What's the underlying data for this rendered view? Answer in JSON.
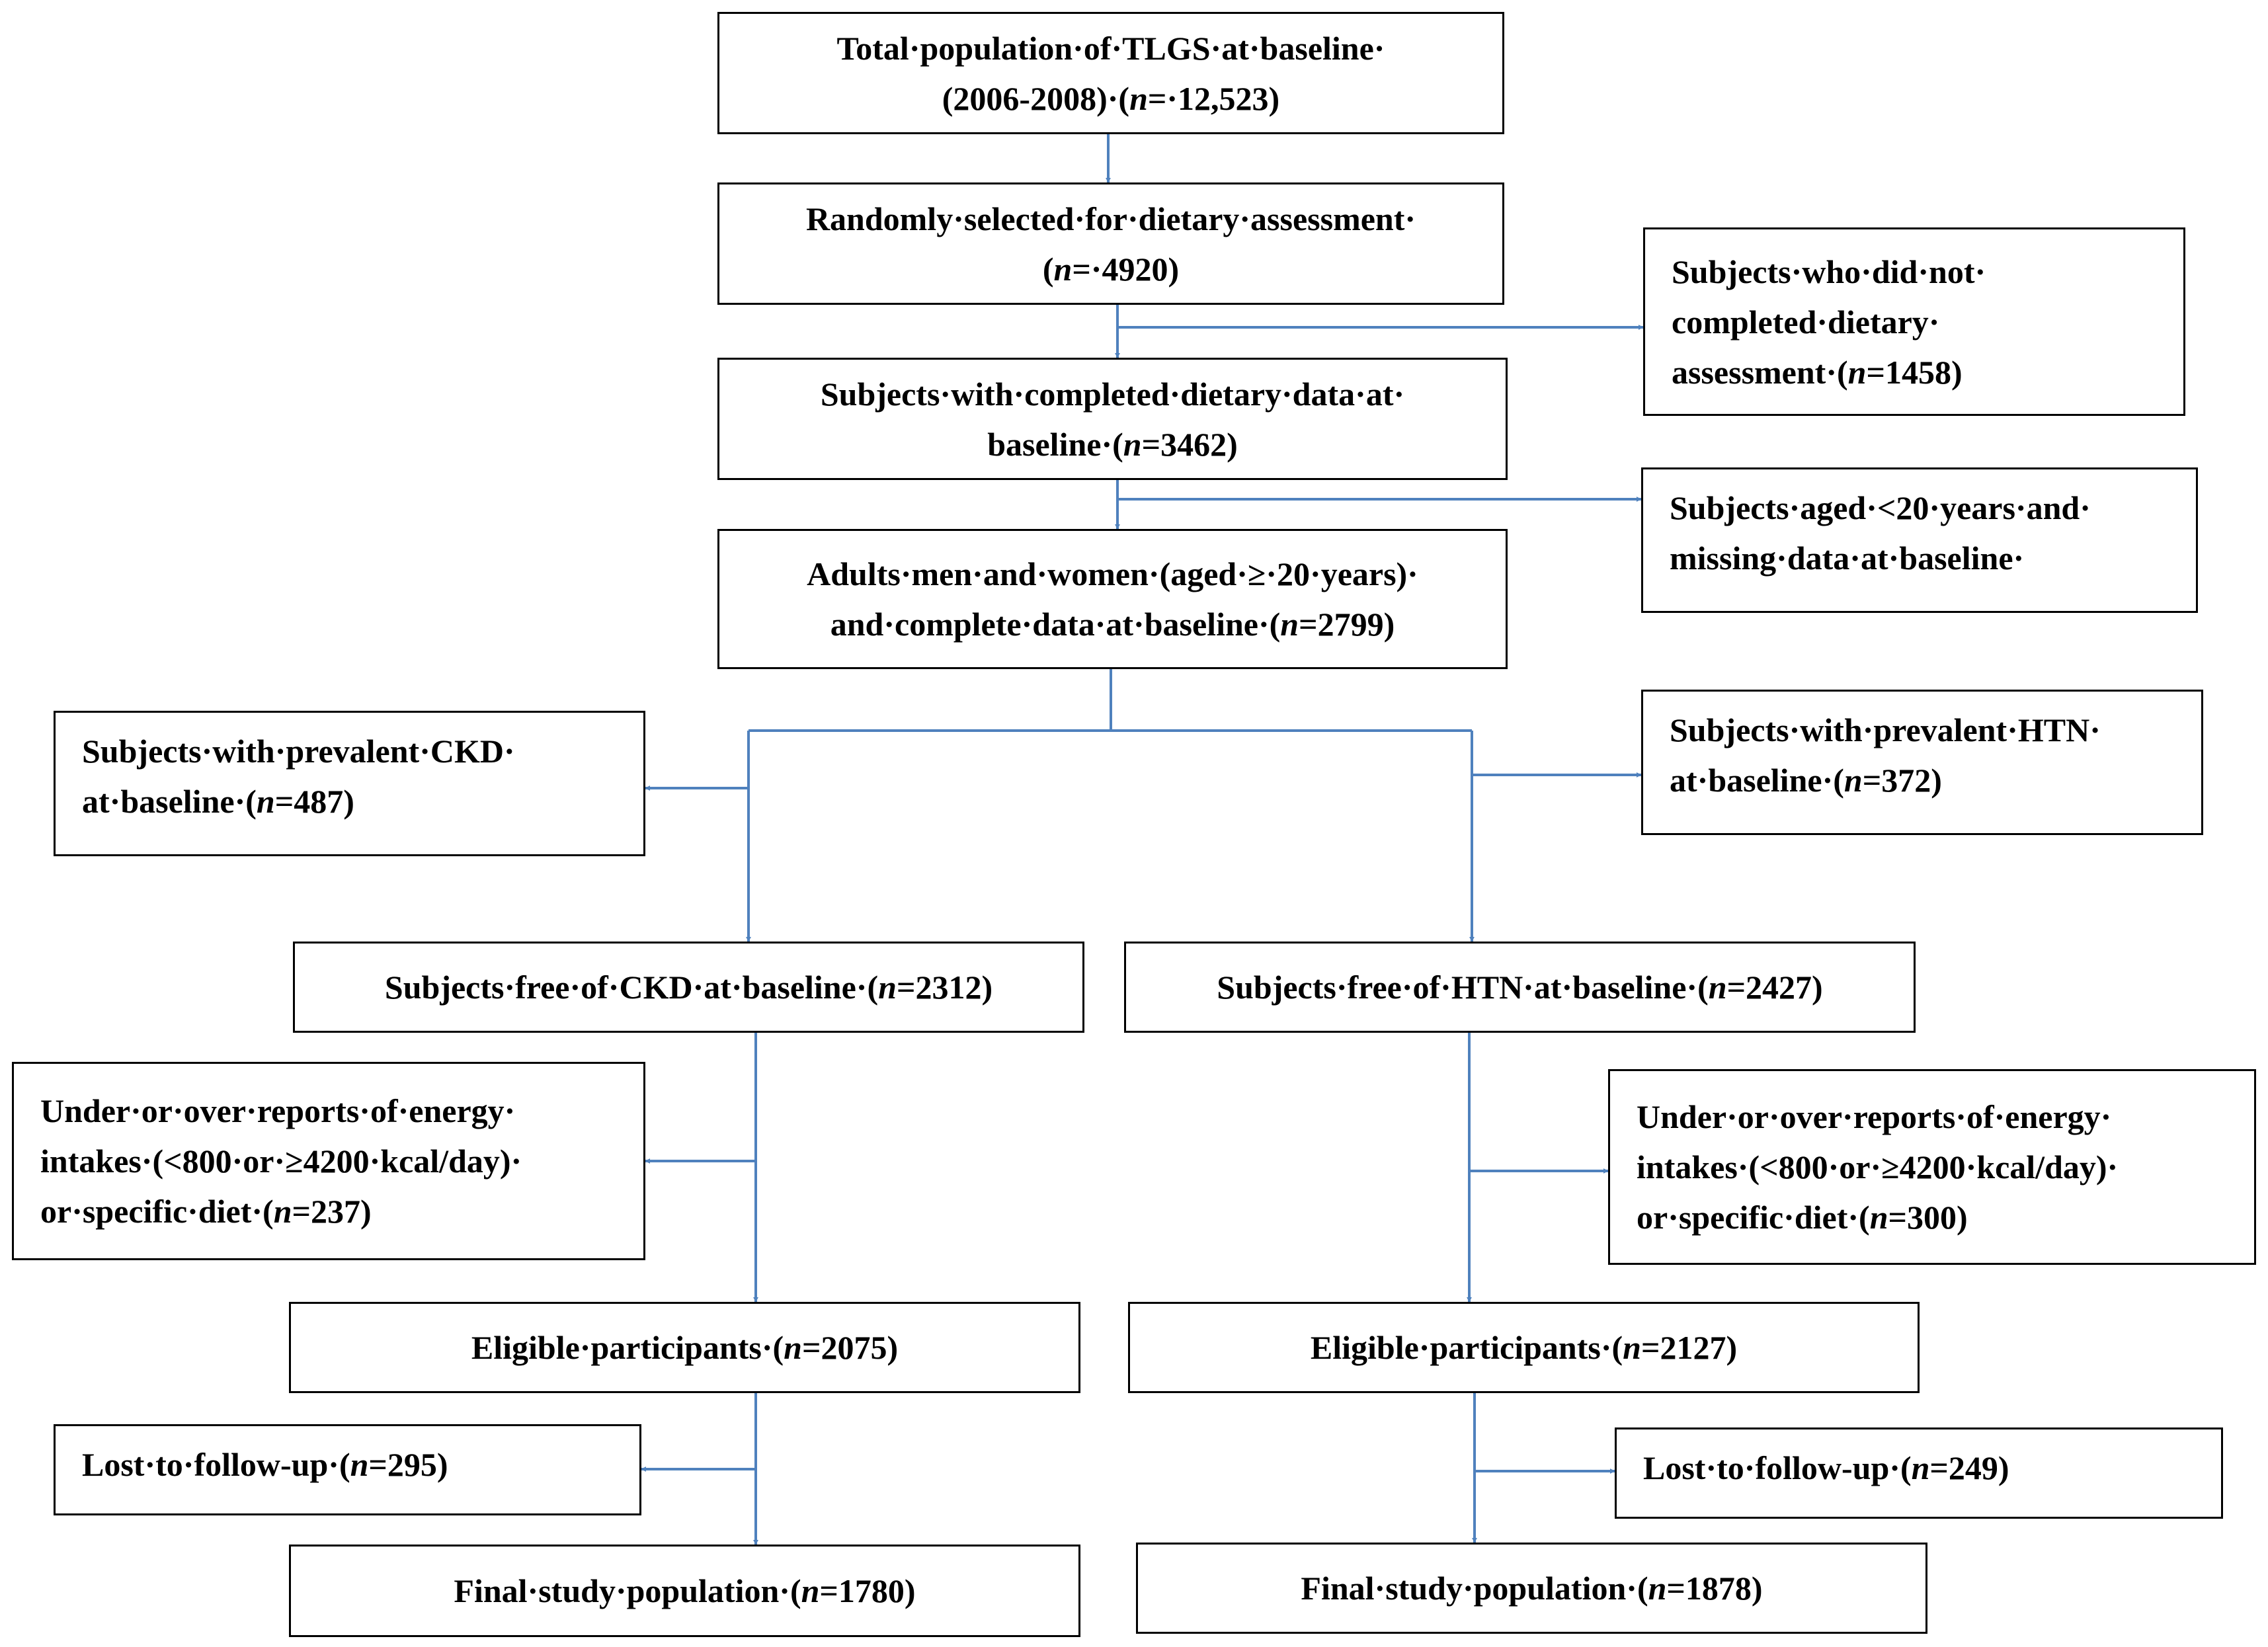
{
  "colors": {
    "connector": "#4F81BD",
    "border": "#000000",
    "text": "#000000"
  },
  "boxes": {
    "total": {
      "l1": "Total·population·of·TLGS·at·baseline·",
      "l2a": "(2006-2008)·(",
      "n": "n",
      "l2b": "=·12,523)"
    },
    "random": {
      "l1": "Randomly·selected·for·dietary·assessment·",
      "l2a": "(",
      "n": "n",
      "l2b": "=·4920)"
    },
    "not_completed": {
      "l1": "Subjects·who·did·not·",
      "l2": "completed·dietary·",
      "l3a": "assessment·(",
      "n": "n",
      "l3b": "=1458)"
    },
    "completed": {
      "l1": "Subjects·with·completed·dietary·data·at·",
      "l2a": "baseline·(",
      "n": "n",
      "l2b": "=3462)"
    },
    "aged": {
      "l1": "Subjects·aged·<20·years·and·",
      "l2": "missing·data·at·baseline·"
    },
    "adults": {
      "l1": "Adults·men·and·women·(aged·≥·20·years)·",
      "l2a": "and·complete·data·at·baseline·(",
      "n": "n",
      "l2b": "=2799)"
    },
    "prev_ckd": {
      "l1": "Subjects·with·prevalent·CKD·",
      "l2a": "at·baseline·(",
      "n": "n",
      "l2b": "=487)"
    },
    "prev_htn": {
      "l1": "Subjects·with·prevalent·HTN·",
      "l2a": "at·baseline·(",
      "n": "n",
      "l2b": "=372)"
    },
    "free_ckd": {
      "l1a": "Subjects·free·of·CKD·at·baseline·(",
      "n": "n",
      "l1b": "=2312)"
    },
    "free_htn": {
      "l1a": "Subjects·free·of·HTN·at·baseline·(",
      "n": "n",
      "l1b": "=2427)"
    },
    "under_ckd": {
      "l1": "Under·or·over·reports·of·energy·",
      "l2": "intakes·(<800·or·≥4200·kcal/day)·",
      "l3a": "or·specific·diet·(",
      "n": "n",
      "l3b": "=237)"
    },
    "under_htn": {
      "l1": "Under·or·over·reports·of·energy·",
      "l2": "intakes·(<800·or·≥4200·kcal/day)·",
      "l3a": "or·specific·diet·(",
      "n": "n",
      "l3b": "=300)"
    },
    "elig_ckd": {
      "l1a": "Eligible·participants·(",
      "n": "n",
      "l1b": "=2075)"
    },
    "elig_htn": {
      "l1a": "Eligible·participants·(",
      "n": "n",
      "l1b": "=2127)"
    },
    "lost_ckd": {
      "l1a": "Lost·to·follow-up·(",
      "n": "n",
      "l1b": "=295)"
    },
    "lost_htn": {
      "l1a": "Lost·to·follow-up·(",
      "n": "n",
      "l1b": "=249)"
    },
    "final_ckd": {
      "l1a": "Final·study·population·(",
      "n": "n",
      "l1b": "=1780)"
    },
    "final_htn": {
      "l1a": "Final·study·population·(",
      "n": "n",
      "l1b": "=1878)"
    }
  }
}
